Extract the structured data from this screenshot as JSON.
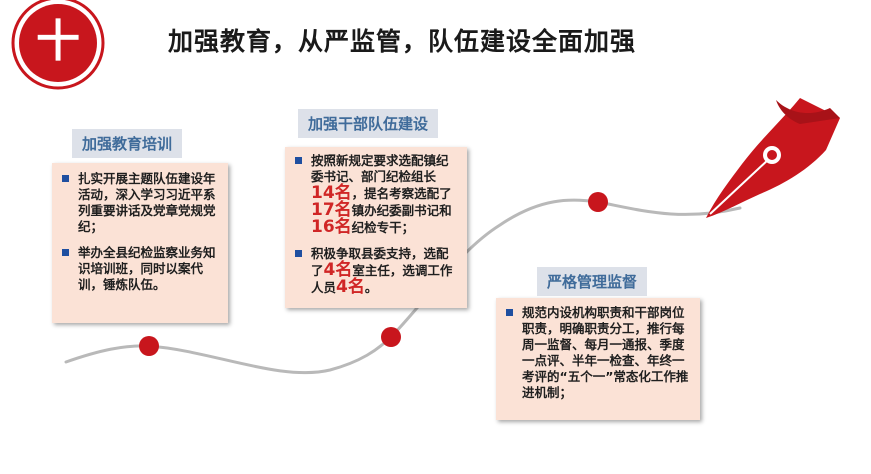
{
  "badge": {
    "symbol": "十"
  },
  "title": "加强教育，从严监管，队伍建设全面加强",
  "sections": [
    {
      "label": "加强教育培训",
      "items": [
        {
          "text": "扎实开展主题队伍建设年活动，深入学习习近平系列重要讲话及党章党规党纪；"
        },
        {
          "text": "举办全县纪检监察业务知识培训班，同时以案代训，锤炼队伍。"
        }
      ]
    },
    {
      "label": "加强干部队伍建设",
      "items": [
        {
          "parts": [
            "按照新规定要求选配镇纪委书记、部门纪检组长",
            "14名",
            "，提名考察选配了",
            "17名",
            "镇办纪委副书记和",
            "16名",
            "纪检专干；"
          ]
        },
        {
          "parts": [
            "积极争取县委支持，选配了",
            "4名",
            "室主任，选调工作人员",
            "4名",
            "。"
          ]
        }
      ]
    },
    {
      "label": "严格管理监督",
      "items": [
        {
          "text": "规范内设机构职责和干部岗位职责，明确职责分工，推行每周一监督、每月一通报、季度一点评、半年一检查、年终一考评的“五个一”常态化工作推进机制；"
        }
      ]
    }
  ],
  "colors": {
    "accent_red": "#c8161d",
    "highlight_red": "#d02626",
    "label_blue": "#3f6b9a",
    "box_bg": "#fbe2d6",
    "bullet_blue": "#1f4fa0"
  }
}
